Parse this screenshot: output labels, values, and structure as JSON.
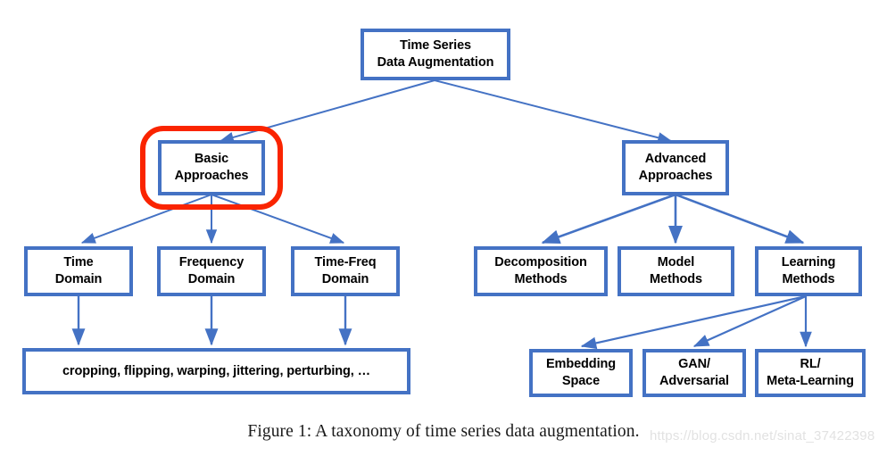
{
  "figure": {
    "caption": "Figure 1: A taxonomy of time series data augmentation.",
    "watermark": "https://blog.csdn.net/sinat_37422398",
    "colors": {
      "box_border": "#4472C4",
      "box_fill": "#FFFFFF",
      "edge": "#4472C4",
      "highlight": "#FA2400",
      "text": "#000000",
      "background": "#FFFFFF",
      "watermark": "#E2E2E2"
    }
  },
  "nodes": {
    "root": {
      "label": "Time Series\nData Augmentation"
    },
    "basic": {
      "label": "Basic\nApproaches",
      "highlighted": true
    },
    "advanced": {
      "label": "Advanced\nApproaches",
      "highlighted": false
    },
    "time_domain": {
      "label": "Time\nDomain"
    },
    "frequency_domain": {
      "label": "Frequency\nDomain"
    },
    "time_freq_domain": {
      "label": "Time-Freq\nDomain"
    },
    "basic_methods": {
      "label": "cropping, flipping, warping, jittering, perturbing, …"
    },
    "decomposition_methods": {
      "label": "Decomposition\nMethods"
    },
    "model_methods": {
      "label": "Model\nMethods"
    },
    "learning_methods": {
      "label": "Learning\nMethods"
    },
    "embedding_space": {
      "label": "Embedding\nSpace"
    },
    "gan_adversarial": {
      "label": "GAN/\nAdversarial"
    },
    "rl_meta_learning": {
      "label": "RL/\nMeta-Learning"
    }
  },
  "edges": [
    {
      "from": "root",
      "to": "basic"
    },
    {
      "from": "root",
      "to": "advanced"
    },
    {
      "from": "basic",
      "to": "time_domain"
    },
    {
      "from": "basic",
      "to": "frequency_domain"
    },
    {
      "from": "basic",
      "to": "time_freq_domain"
    },
    {
      "from": "time_domain",
      "to": "basic_methods"
    },
    {
      "from": "frequency_domain",
      "to": "basic_methods"
    },
    {
      "from": "time_freq_domain",
      "to": "basic_methods"
    },
    {
      "from": "advanced",
      "to": "decomposition_methods"
    },
    {
      "from": "advanced",
      "to": "model_methods"
    },
    {
      "from": "advanced",
      "to": "learning_methods"
    },
    {
      "from": "learning_methods",
      "to": "embedding_space"
    },
    {
      "from": "learning_methods",
      "to": "gan_adversarial"
    },
    {
      "from": "learning_methods",
      "to": "rl_meta_learning"
    }
  ]
}
